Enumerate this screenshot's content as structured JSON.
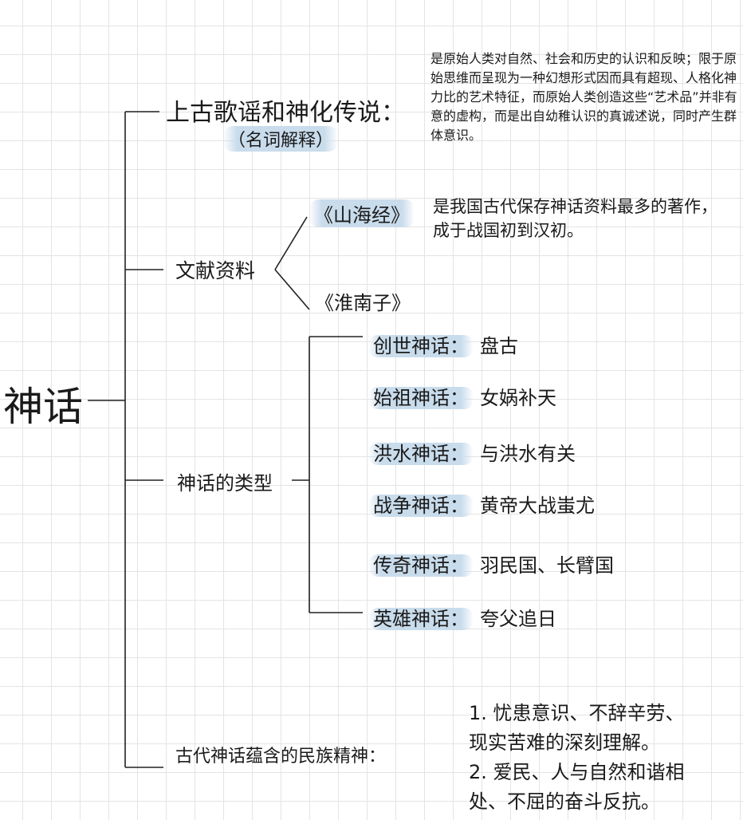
{
  "root": "神话",
  "branches": {
    "songs": {
      "title": "上古歌谣和神化传说：",
      "note": "（名词解释）",
      "definition": "是原始人类对自然、社会和历史的认识和反映；限于原始思维而呈现为一种幻想形式因而具有超现、人格化神力比的艺术特征，而原始人类创造这些“艺术品”并非有意的虚构，而是出自幼稚认识的真诚述说，同时产生群体意识。"
    },
    "literature": {
      "title": "文献资料",
      "items": [
        {
          "name": "《山海经》",
          "desc_lines": [
            "是我国古代保存神话资料最多的著作，",
            "成于战国初到汉初。"
          ]
        },
        {
          "name": "《淮南子》"
        }
      ]
    },
    "types": {
      "title": "神话的类型",
      "items": [
        {
          "label": "创世神话：",
          "example": "盘古"
        },
        {
          "label": "始祖神话：",
          "example": "女娲补天"
        },
        {
          "label": "洪水神话：",
          "example": "与洪水有关"
        },
        {
          "label": "战争神话：",
          "example": "黄帝大战蚩尤"
        },
        {
          "label": "传奇神话：",
          "example": "羽民国、长臂国"
        },
        {
          "label": "英雄神话：",
          "example": "夸父追日"
        }
      ]
    },
    "spirit": {
      "title": "古代神话蕴含的民族精神：",
      "lines": [
        "1. 忧患意识、不辞辛劳、",
        "现实苦难的深刻理解。",
        "2. 爱民、人与自然和谐相",
        "处、不屈的奋斗反抗。"
      ]
    }
  }
}
